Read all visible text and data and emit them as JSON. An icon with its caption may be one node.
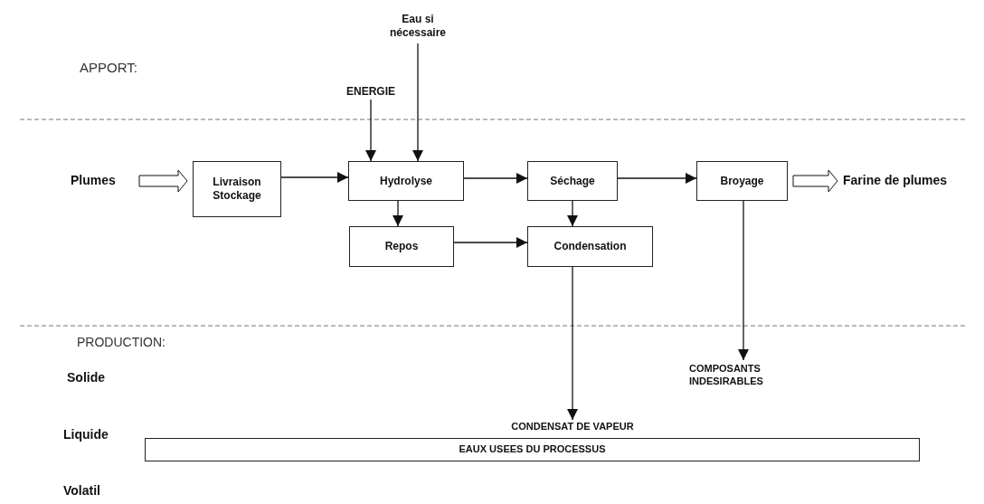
{
  "diagram": {
    "nodes": [
      {
        "text": [
          "Eau si nécessaire"
        ]
      },
      {
        "text": [
          "ENERGIE"
        ]
      },
      {
        "text": [
          "Plumes"
        ]
      },
      {
        "text": [
          "Livraison Stockage"
        ]
      },
      {
        "text": [
          "Hydrolyse"
        ]
      },
      {
        "text": [
          "Séchage"
        ]
      },
      {
        "text": [
          "Broyage"
        ]
      },
      {
        "text": [
          "Farine de plumes"
        ]
      },
      {
        "text": [
          "Repos"
        ]
      },
      {
        "text": [
          "Condensation"
        ]
      },
      {
        "text": [
          "COMPOSANTS INDESIRABLES"
        ]
      },
      {
        "text": [
          "CONDENSAT DE VAPEUR"
        ]
      },
      {
        "text": [
          "EAUX USEES DU PROCESSUS"
        ]
      }
    ],
    "edges": [
      {
        "from": 1,
        "to": 4,
        "arrow": "to"
      },
      {
        "from": 0,
        "to": 4,
        "arrow": "to"
      },
      {
        "from": 2,
        "to": 3,
        "arrow": "to",
        "style": "thick"
      },
      {
        "from": 3,
        "to": 4,
        "arrow": "to"
      },
      {
        "from": 4,
        "to": 5,
        "arrow": "to"
      },
      {
        "from": 5,
        "to": 6,
        "arrow": "to"
      },
      {
        "from": 6,
        "to": 7,
        "arrow": "to",
        "style": "thick"
      },
      {
        "from": 4,
        "to": 8,
        "arrow": "to"
      },
      {
        "from": 5,
        "to": 9,
        "arrow": "to"
      },
      {
        "from": 8,
        "to": 9,
        "arrow": "to"
      },
      {
        "from": 9,
        "to": 11,
        "arrow": "to"
      },
      {
        "from": 6,
        "to": 10,
        "arrow": "to"
      }
    ],
    "labels": [
      "APPORT:",
      "PRODUCTION:",
      "Solide",
      "Liquide",
      "Volatil"
    ]
  }
}
